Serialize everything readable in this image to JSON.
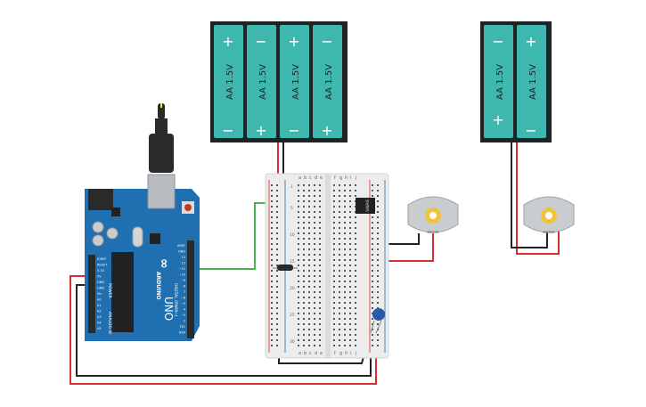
{
  "battery_pack_4": {
    "cell_label": "AA 1.5V",
    "plus": "+",
    "minus": "−"
  },
  "battery_pack_2": {
    "cell_label": "AA 1.5V",
    "plus": "+",
    "minus": "−"
  },
  "motor_1": {
    "label": "MOTOR"
  },
  "motor_2": {
    "label": "MOTOR"
  },
  "arduino": {
    "brand": "ARDUINO",
    "model": "UNO",
    "power_label": "POWER",
    "analog_label": "ANALOG IN",
    "digital_label": "DIGITAL (PWM~)",
    "pins_left": [
      "IOREF",
      "RESET",
      "3.3V",
      "5V",
      "GND",
      "GND",
      "Vin",
      "A0",
      "A1",
      "A2",
      "A3",
      "A4",
      "A5"
    ],
    "pins_right": [
      "AREF",
      "GND",
      "13",
      "12",
      "~11",
      "~10",
      "~9",
      "8",
      "7",
      "~6",
      "~5",
      "4",
      "~3",
      "2",
      "TX1",
      "RX0"
    ]
  },
  "breadboard": {
    "cols_left": [
      "a",
      "b",
      "c",
      "d",
      "e"
    ],
    "cols_right": [
      "f",
      "g",
      "h",
      "i",
      "j"
    ],
    "rows": [
      "1",
      "5",
      "10",
      "15",
      "20",
      "25",
      "30"
    ]
  },
  "transistor": {
    "label": "SWAN"
  },
  "colors": {
    "wire_red": "#d32f2f",
    "wire_black": "#222222",
    "wire_green": "#4caf50",
    "arduino_blue": "#1f6fb1",
    "battery_teal": "#3eb8ae",
    "capacitor_blue": "#2b5aa8"
  }
}
